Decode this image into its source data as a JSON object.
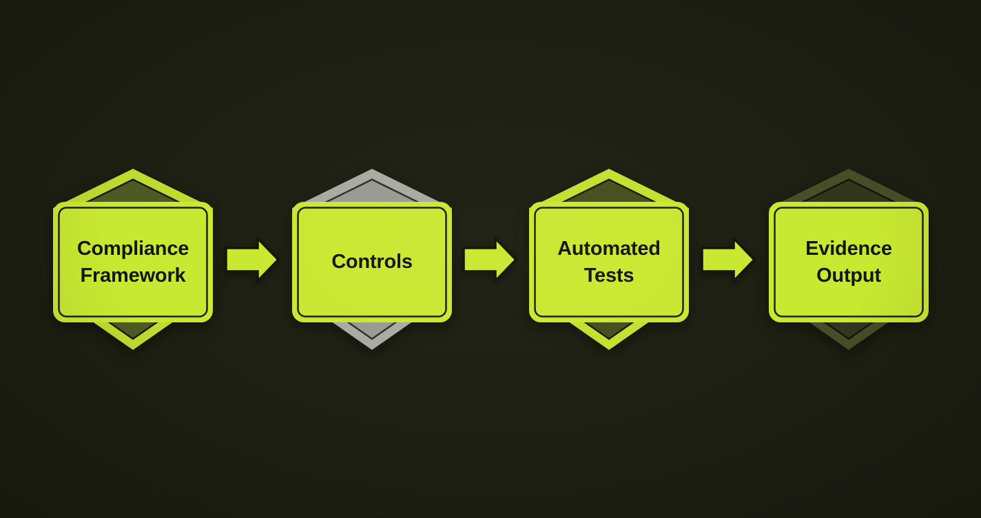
{
  "diagram": {
    "type": "flowchart-horizontal",
    "background_color": "#1d1f12",
    "accent_color": "#c9e831",
    "text_color": "#14160a",
    "outline_color": "#191c0c",
    "nodes": [
      {
        "label": "Compliance\nFramework",
        "box_fill": "#c9e831",
        "box_outline": "#1d200f",
        "badge": {
          "outer_color": "#bfda30",
          "inner_color": "#4e5a24",
          "line_color": "#191c0c"
        }
      },
      {
        "label": "Controls",
        "box_fill": "#c9e831",
        "box_outline": "#1d200f",
        "badge": {
          "outer_color": "#a9aaa2",
          "inner_color": "#999a91",
          "line_color": "#2e3028"
        }
      },
      {
        "label": "Automated\nTests",
        "box_fill": "#c9e831",
        "box_outline": "#1d200f",
        "badge": {
          "outer_color": "#c4e02f",
          "inner_color": "#454f1d",
          "line_color": "#191c0c"
        }
      },
      {
        "label": "Evidence\nOutput",
        "box_fill": "#c9e831",
        "box_outline": "#1d200f",
        "badge": {
          "outer_color": "#474d26",
          "inner_color": "#31361c",
          "line_color": "#14160a"
        }
      }
    ],
    "connectors": [
      {
        "from": 0,
        "to": 1,
        "fill": "#c9e831",
        "outline": "#121407"
      },
      {
        "from": 1,
        "to": 2,
        "fill": "#c9e831",
        "outline": "#121407"
      },
      {
        "from": 2,
        "to": 3,
        "fill": "#c9e831",
        "outline": "#121407"
      }
    ]
  }
}
